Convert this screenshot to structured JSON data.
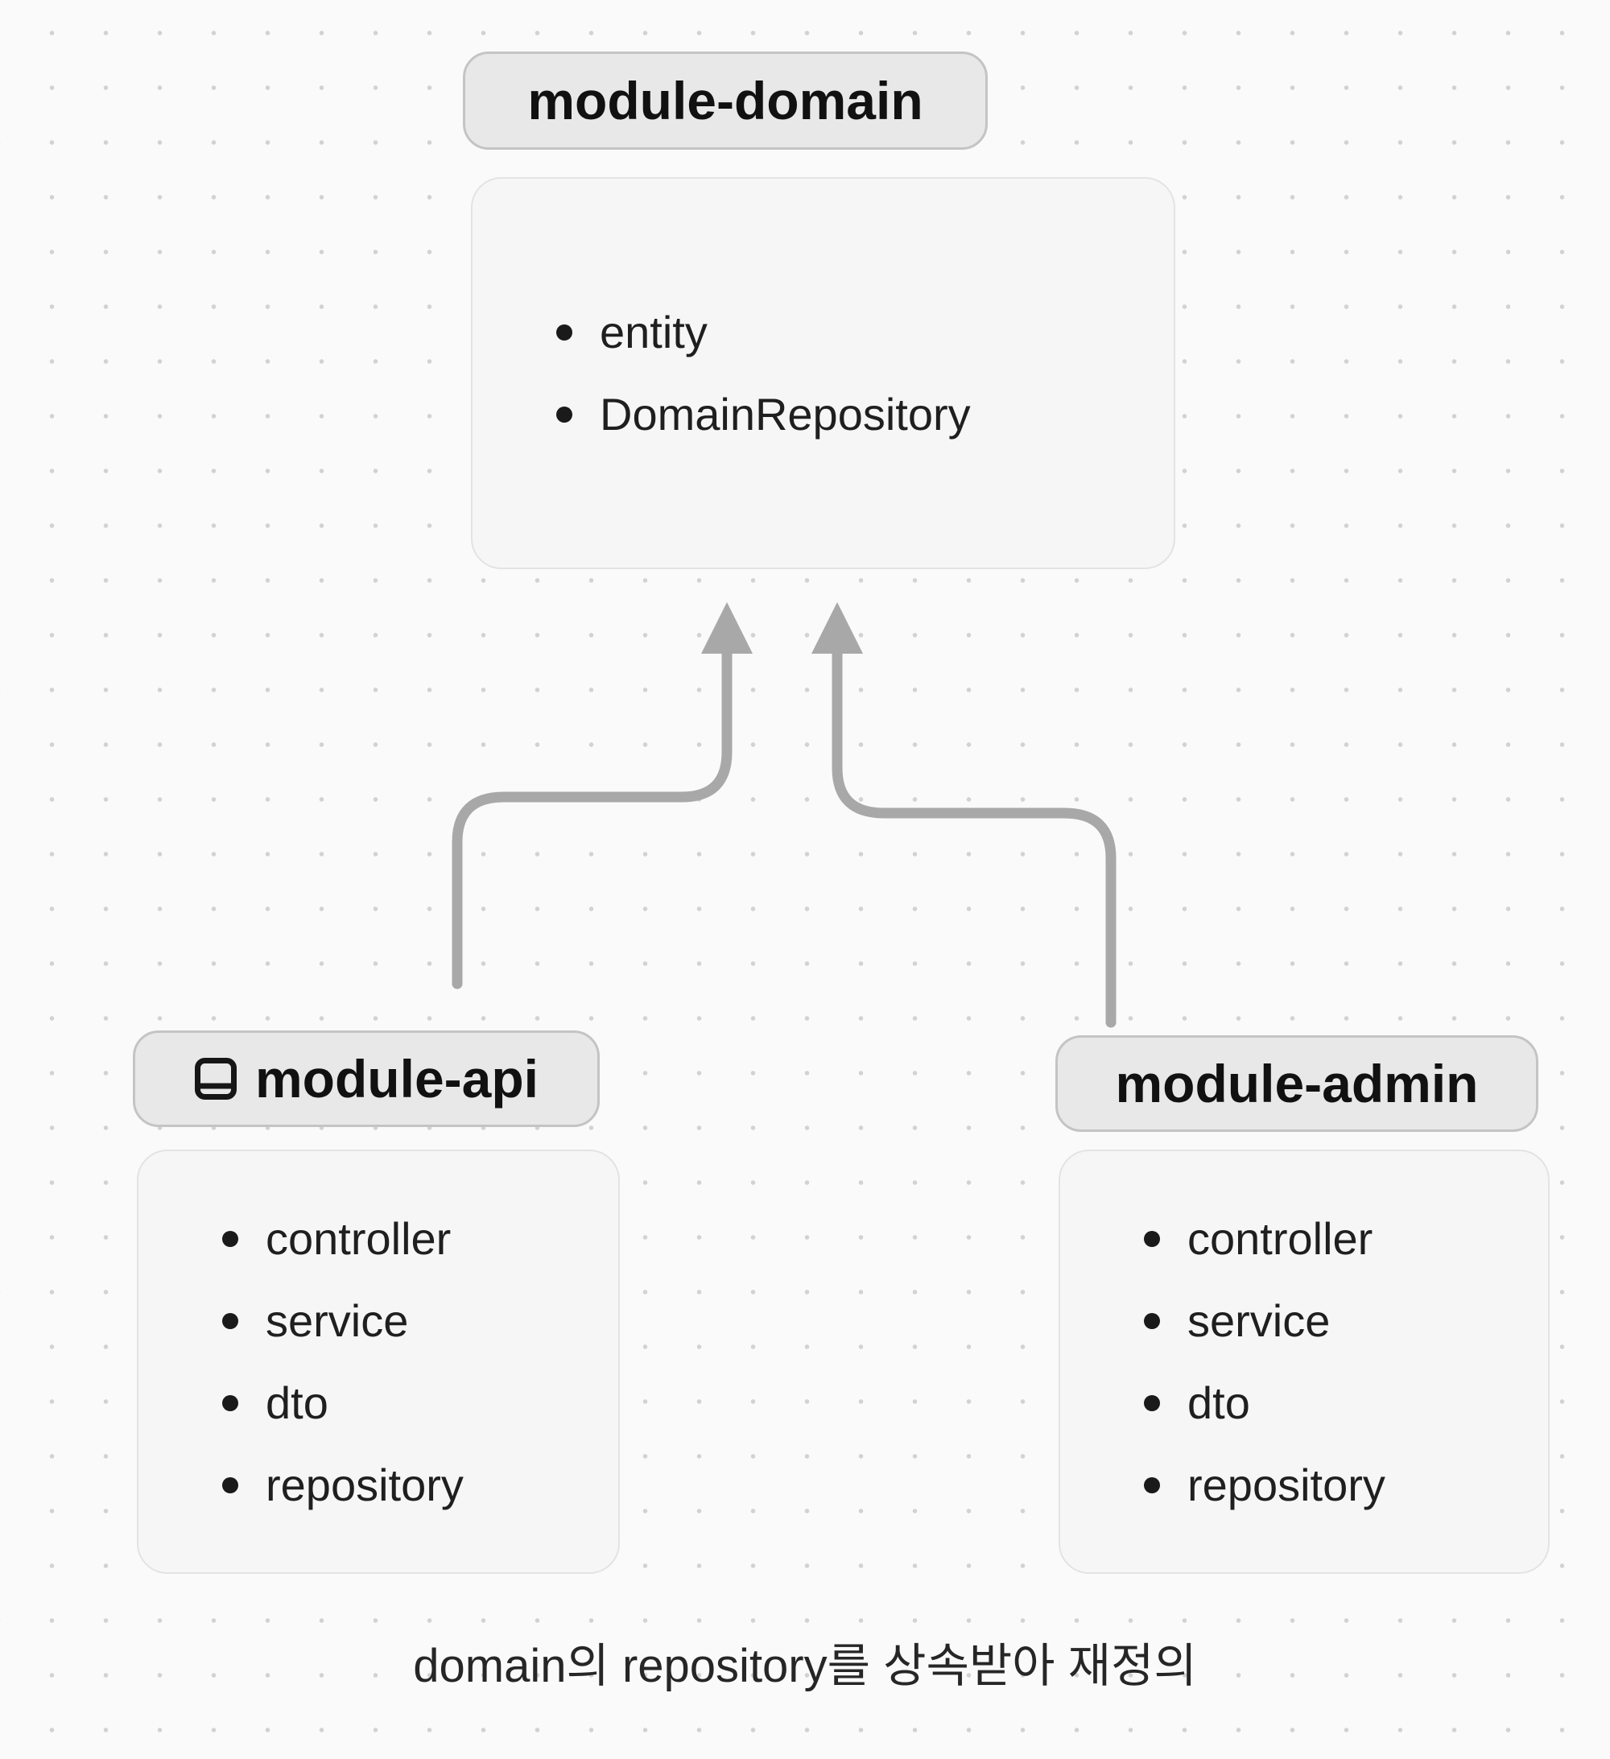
{
  "diagram": {
    "top_module": {
      "label": "module-domain",
      "items": [
        "entity",
        "DomainRepository"
      ]
    },
    "left_module": {
      "label": "module-api",
      "icon": "panel-bottom-icon",
      "items": [
        "controller",
        "service",
        "dto",
        "repository"
      ]
    },
    "right_module": {
      "label": "module-admin",
      "items": [
        "controller",
        "service",
        "dto",
        "repository"
      ]
    },
    "caption": "domain의 repository를 상속받아 재정의",
    "colors": {
      "background": "#fafafa",
      "grid_dot": "#d2d2d2",
      "pill_bg": "#e8e8e8",
      "pill_border": "#c4c4c4",
      "box_bg": "#f6f6f6",
      "box_border": "#e3e3e3",
      "arrow": "#a8a8a8",
      "text": "#1a1a1a"
    }
  }
}
